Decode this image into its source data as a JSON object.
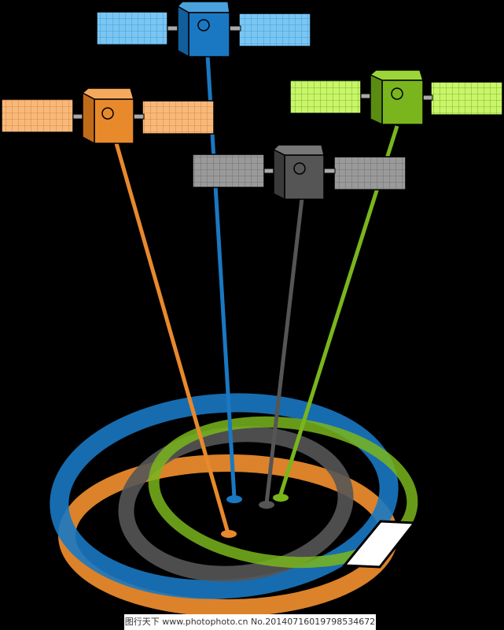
{
  "satellites": [
    {
      "id": "blue",
      "color": "#1a78c2",
      "panel_color": "#79c6f2",
      "panel_grid": "#3a8fd0"
    },
    {
      "id": "orange",
      "color": "#e8892c",
      "panel_color": "#f7b97b",
      "panel_grid": "#d4782a"
    },
    {
      "id": "green",
      "color": "#7ab51d",
      "panel_color": "#c9f56a",
      "panel_grid": "#6aa51a"
    },
    {
      "id": "gray",
      "color": "#555555",
      "panel_color": "#9a9a9a",
      "panel_grid": "#666666"
    }
  ],
  "device": {
    "name": "receiver-device",
    "color": "#ffffff"
  },
  "watermark": {
    "text": "图行天下 www.photophoto.cn No.20140716019798534672"
  }
}
